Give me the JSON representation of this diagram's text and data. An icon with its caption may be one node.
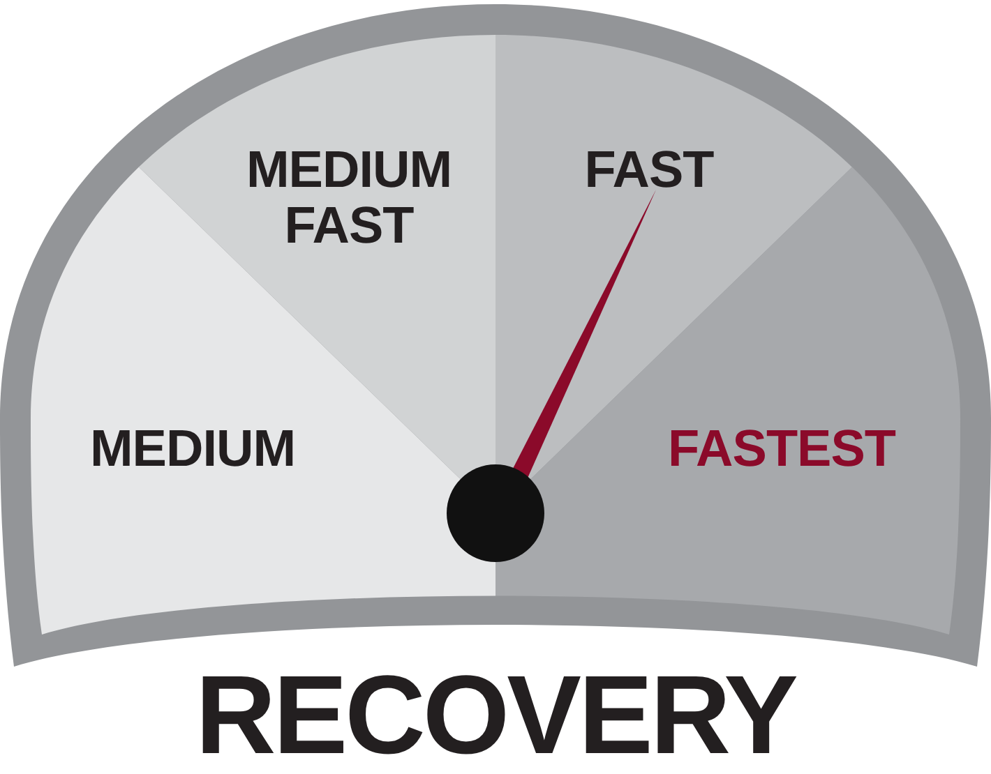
{
  "diagram": {
    "caption": "RECOVERY",
    "nodes": [
      {
        "text": [
          "MEDIUM"
        ]
      },
      {
        "text": [
          "MEDIUM FAST"
        ]
      },
      {
        "text": [
          "FAST"
        ]
      },
      {
        "text": [
          "FASTEST"
        ]
      }
    ]
  }
}
